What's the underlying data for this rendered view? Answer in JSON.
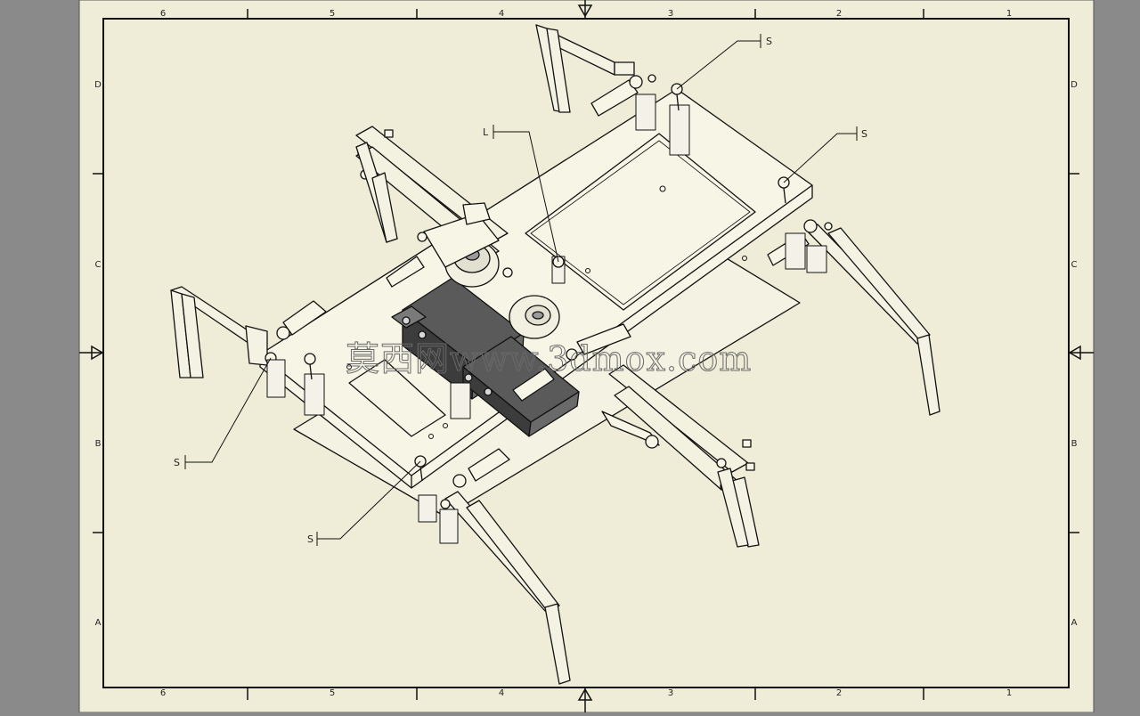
{
  "drawing": {
    "paper_color": "#efedd8",
    "background_color": "#8a8a8a",
    "line_color": "#111111",
    "top_zones": [
      "6",
      "5",
      "4",
      "3",
      "2",
      "1"
    ],
    "bottom_zones": [
      "6",
      "5",
      "4",
      "3",
      "2",
      "1"
    ],
    "left_rows": [
      "D",
      "C",
      "B",
      "A"
    ],
    "right_rows": [
      "D",
      "C",
      "B",
      "A"
    ],
    "callouts": {
      "s_top_center": "S",
      "s_top_right": "S",
      "l_center": "L",
      "s_left": "S",
      "s_bottom": "S"
    },
    "watermark": "莫西网www.3dmox.com"
  }
}
